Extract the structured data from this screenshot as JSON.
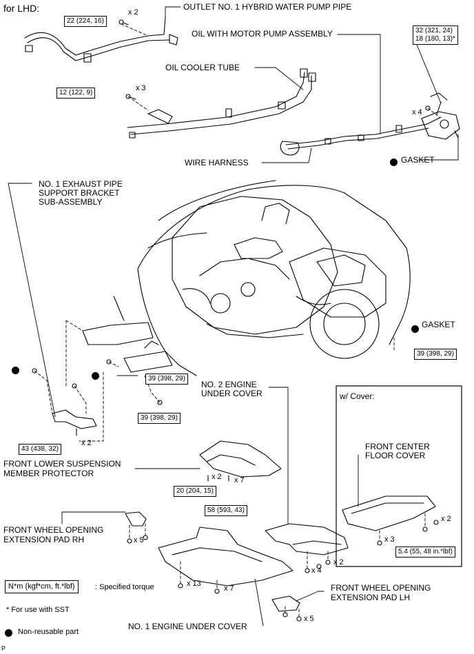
{
  "header": {
    "for_lhd": "for LHD:"
  },
  "callouts": {
    "outlet_pipe": "OUTLET NO. 1 HYBRID WATER PUMP PIPE",
    "oil_pump": "OIL WITH MOTOR PUMP ASSEMBLY",
    "oil_cooler_tube": "OIL COOLER TUBE",
    "wire_harness": "WIRE HARNESS",
    "gasket_top": "GASKET",
    "gasket_mid": "GASKET",
    "exhaust_bracket_1": "NO. 1 EXHAUST PIPE",
    "exhaust_bracket_2": "SUPPORT BRACKET",
    "exhaust_bracket_3": "SUB-ASSEMBLY",
    "no2_cover_1": "NO. 2 ENGINE",
    "no2_cover_2": "UNDER COVER",
    "w_cover": "w/ Cover:",
    "center_floor_1": "FRONT CENTER",
    "center_floor_2": "FLOOR COVER",
    "protector_1": "FRONT LOWER SUSPENSION",
    "protector_2": "MEMBER PROTECTOR",
    "pad_rh_1": "FRONT WHEEL OPENING",
    "pad_rh_2": "EXTENSION PAD RH",
    "pad_lh_1": "FRONT WHEEL OPENING",
    "pad_lh_2": "EXTENSION PAD LH",
    "no1_cover": "NO. 1 ENGINE UNDER COVER"
  },
  "torques": {
    "t22": "22 (224, 16)",
    "t12": "12 (122, 9)",
    "t32_1": "32 (321, 24)",
    "t32_2": "18 (180, 13)*",
    "t39_a": "39 (398, 29)",
    "t39_b": "39 (398, 29)",
    "t39_c": "39 (398, 29)",
    "t43": "43 (438, 32)",
    "t20": "20 (204, 15)",
    "t58": "58 (593, 43)",
    "t54": "5.4 (55, 48 in.*lbf)"
  },
  "quantities": {
    "q_x2_top": "x 2",
    "q_x3": "x 3",
    "q_x4_pump": "x 4",
    "q_x2_bracket": "x 2",
    "q_x2_cover": "x 2",
    "q_x7_cover": "x 7",
    "q_x2_floor": "x 2",
    "q_x3_floor": "x 3",
    "q_x5_rh": "x 5",
    "q_x4_no2": "x 4",
    "q_x2_no2": "x 2",
    "q_x13": "x 13",
    "q_x7_no1": "x 7",
    "q_x5_lh": "x 5"
  },
  "legend": {
    "unit": "N*m (kgf*cm, ft.*lbf)",
    "unit_desc": ": Specified torque",
    "sst": "* For use with SST",
    "nonreusable": "Non-reusable part"
  },
  "footer": {
    "code": "P"
  }
}
